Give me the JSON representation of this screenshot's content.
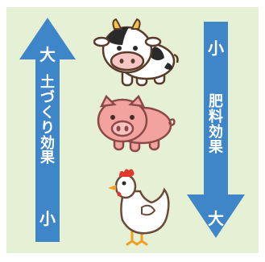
{
  "left_arrow": {
    "direction": "up",
    "color": "#3f86c8",
    "top_label": "大",
    "middle_label": [
      "土",
      "づ",
      "く",
      "り",
      "効",
      "果"
    ],
    "bottom_label": "小"
  },
  "right_arrow": {
    "direction": "down",
    "color": "#3f86c8",
    "top_label": "小",
    "middle_label": [
      "肥",
      "料",
      "効",
      "果"
    ],
    "bottom_label": "大"
  },
  "animals": [
    {
      "name": "cow",
      "icon": "cow-icon"
    },
    {
      "name": "pig",
      "icon": "pig-icon"
    },
    {
      "name": "chicken",
      "icon": "chicken-icon"
    }
  ],
  "colors": {
    "background": "#e6f0d4",
    "arrow": "#3f86c8",
    "pig": "#f2a3a0",
    "chicken_comb": "#e03a2e"
  }
}
